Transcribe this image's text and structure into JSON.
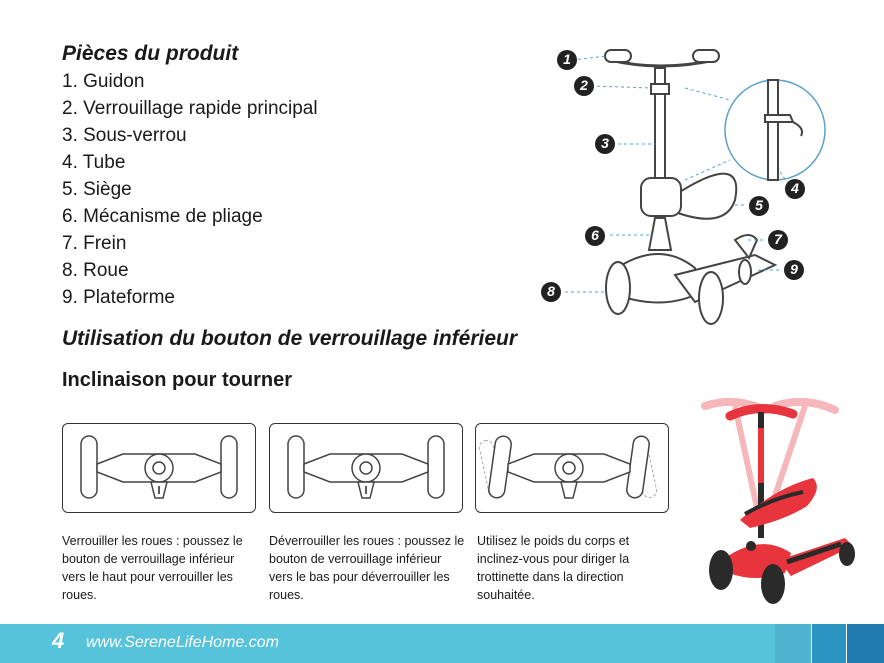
{
  "parts": {
    "title": "Pièces du produit",
    "items": [
      "1. Guidon",
      "2. Verrouillage rapide principal",
      "3. Sous-verrou",
      "4. Tube",
      "5. Siège",
      "6. Mécanisme de pliage",
      "7. Frein",
      "8. Roue",
      "9. Plateforme"
    ]
  },
  "section": {
    "title": "Utilisation du bouton de verrouillage inférieur",
    "subtitle": "Inclinaison pour tourner"
  },
  "callouts": [
    "1",
    "2",
    "3",
    "4",
    "5",
    "6",
    "7",
    "8",
    "9"
  ],
  "captions": [
    "Verrouiller les roues : poussez le bouton de verrouillage inférieur vers le haut pour verrouiller les roues.",
    "Déverrouiller les roues : poussez le bouton de verrouillage inférieur vers le bas pour déverrouiller les roues.",
    "Utilisez le poids du corps et inclinez-vous pour diriger la trottinette dans la direction souhaitée."
  ],
  "footer": {
    "page_number": "4",
    "website": "www.SereneLifeHome.com"
  },
  "colors": {
    "footer_main": "#56c3da",
    "footer_tabs": [
      "#4fb4cf",
      "#2c94c0",
      "#1f7bb0"
    ],
    "scooter_red": "#e8343c",
    "scooter_dark": "#2a2a2a"
  }
}
